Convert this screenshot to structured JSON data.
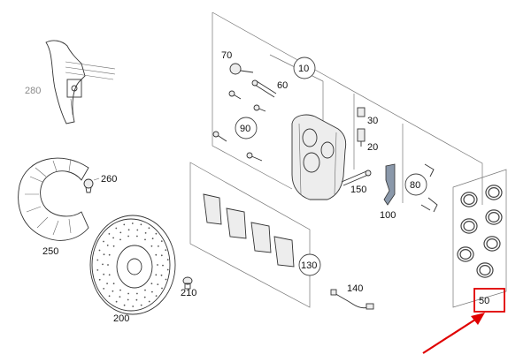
{
  "labels": {
    "p10": "10",
    "p20": "20",
    "p30": "30",
    "p50": "50",
    "p60": "60",
    "p70": "70",
    "p80": "80",
    "p90": "90",
    "p100": "100",
    "p130": "130",
    "p140": "140",
    "p150": "150",
    "p200": "200",
    "p210": "210",
    "p250": "250",
    "p260": "260",
    "p280": "280"
  },
  "colors": {
    "highlight": "#e00000",
    "line": "#333333",
    "muted_label": "#8a8a8a"
  }
}
